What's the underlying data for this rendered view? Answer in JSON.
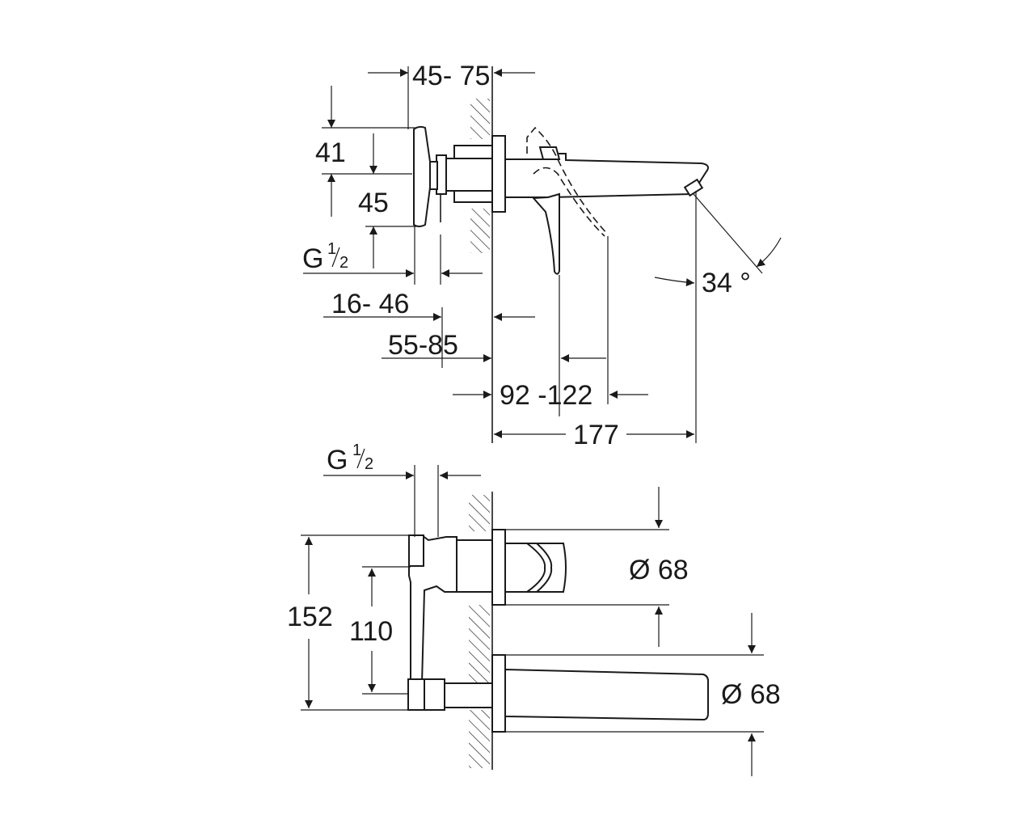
{
  "drawing": {
    "side_view": {
      "dim_wall_depth": "45- 75",
      "dim_handle_upper": "41",
      "dim_handle_lower": "45",
      "thread": {
        "g": "G",
        "num": "1",
        "den": "2"
      },
      "dim_thread_offset": "16- 46",
      "dim_body_depth": "55-85",
      "dim_lever": "92 -122",
      "dim_projection": "177",
      "dim_angle": "34 °"
    },
    "front_view": {
      "thread": {
        "g": "G",
        "num": "1",
        "den": "2"
      },
      "dim_total_height": "152",
      "dim_center_distance": "110",
      "dim_rosette_upper": "Ø 68",
      "dim_rosette_lower": "Ø 68"
    }
  }
}
